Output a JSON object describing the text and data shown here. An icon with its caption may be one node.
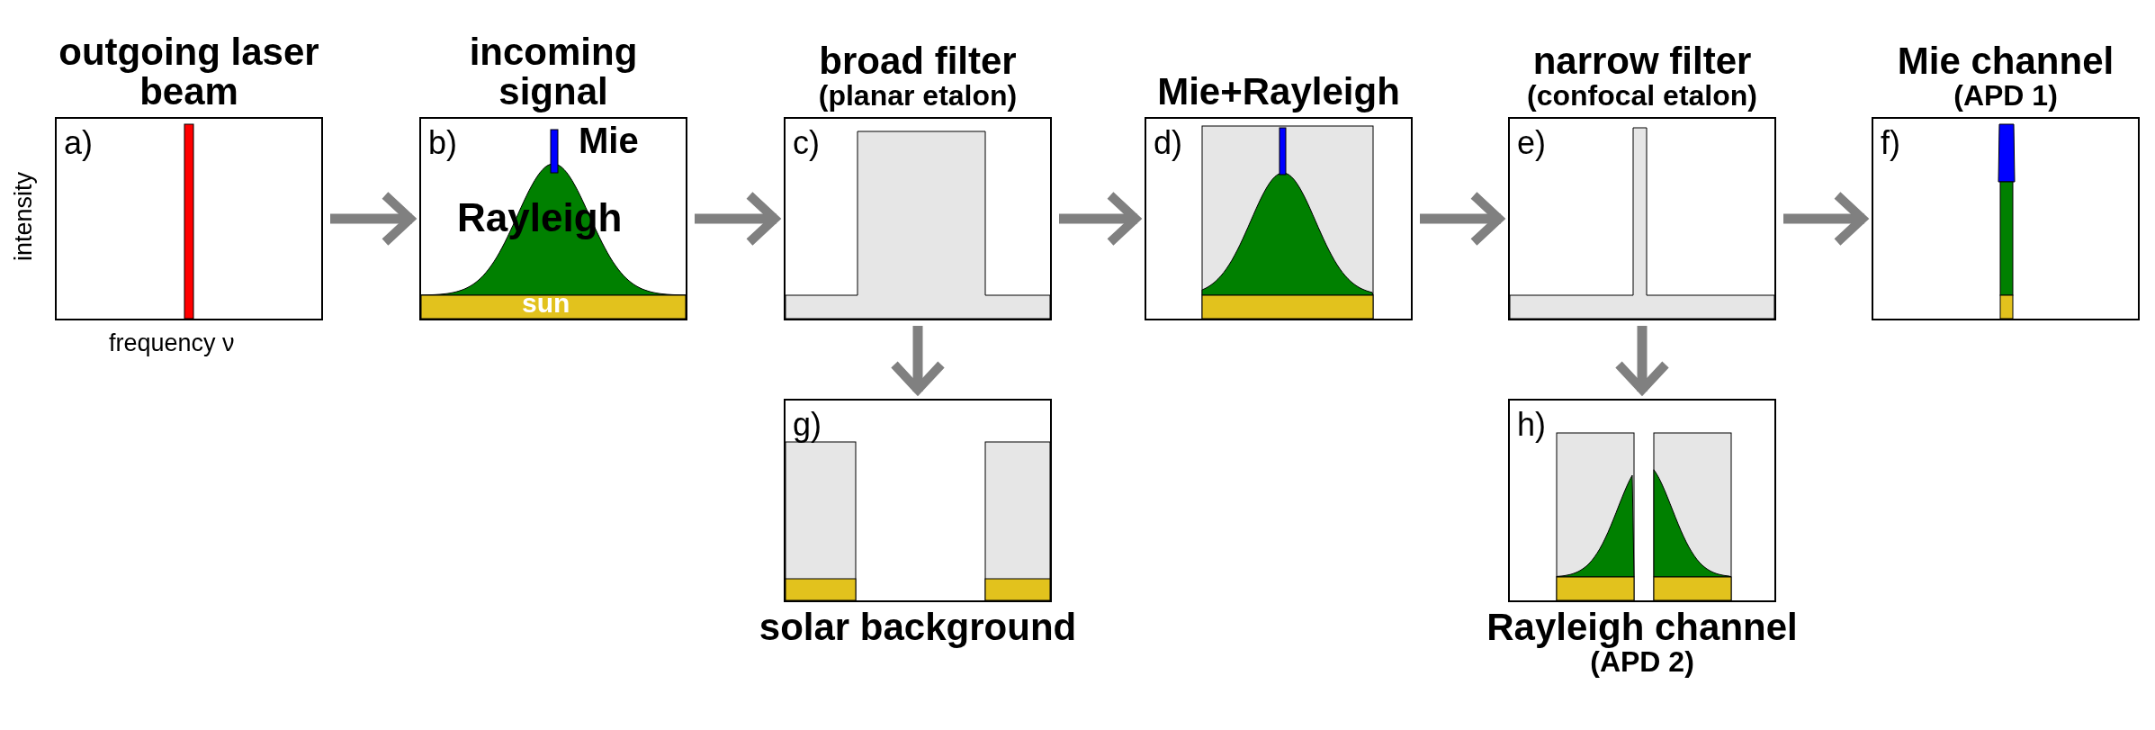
{
  "diagram": {
    "nodes": [
      {
        "text": [
          "outgoing laser beam",
          "a)"
        ],
        "beside": [
          "intensity",
          "frequency ν"
        ]
      },
      {
        "text": [
          "incoming signal",
          "b)",
          "Mie",
          "Rayleigh",
          "sun"
        ]
      },
      {
        "text": [
          "broad filter",
          "(planar etalon)",
          "c)"
        ]
      },
      {
        "text": [
          "Mie+Rayleigh",
          "d)"
        ]
      },
      {
        "text": [
          "narrow filter",
          "(confocal etalon)",
          "e)"
        ]
      },
      {
        "text": [
          "Mie channel",
          "(APD 1)",
          "f)"
        ]
      },
      {
        "text": [
          "g)",
          "solar background"
        ]
      },
      {
        "text": [
          "h)",
          "Rayleigh channel",
          "(APD 2)"
        ]
      }
    ],
    "edges": [
      {
        "from": 0,
        "to": 1,
        "arrow": "to"
      },
      {
        "from": 1,
        "to": 2,
        "arrow": "to"
      },
      {
        "from": 2,
        "to": 3,
        "arrow": "to"
      },
      {
        "from": 3,
        "to": 4,
        "arrow": "to"
      },
      {
        "from": 4,
        "to": 5,
        "arrow": "to"
      },
      {
        "from": 2,
        "to": 6,
        "arrow": "to"
      },
      {
        "from": 4,
        "to": 7,
        "arrow": "to"
      }
    ]
  }
}
